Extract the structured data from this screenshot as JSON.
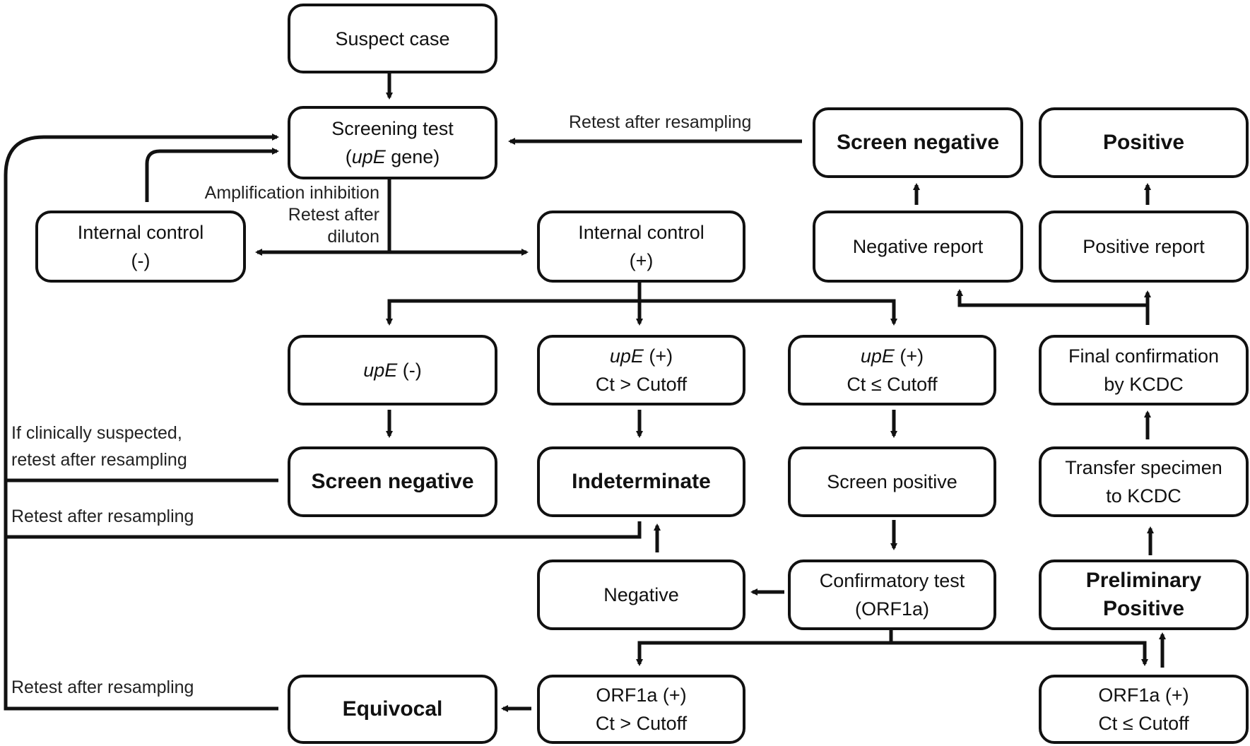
{
  "nodes": {
    "suspect_case": "Suspect case",
    "screening_test": {
      "line1": "Screening test",
      "gene_italic": "upE",
      "gene_rest": " gene)",
      "open": "("
    },
    "internal_control_neg": {
      "line1": "Internal control",
      "line2": "(-)"
    },
    "internal_control_pos": {
      "line1": "Internal control",
      "line2": "(+)"
    },
    "screen_negative_top": "Screen negative",
    "positive_top": "Positive",
    "negative_report": "Negative report",
    "positive_report": "Positive report",
    "upe_neg": {
      "italic": "upE",
      "rest": " (-)"
    },
    "upe_pos_gt": {
      "italic": "upE",
      "rest": " (+)",
      "line2": "Ct > Cutoff"
    },
    "upe_pos_le": {
      "italic": "upE",
      "rest": " (+)",
      "line2": "Ct ≤ Cutoff"
    },
    "final_confirmation": {
      "line1": "Final confirmation",
      "line2": "by KCDC"
    },
    "screen_negative_mid": "Screen negative",
    "indeterminate": "Indeterminate",
    "screen_positive": "Screen positive",
    "transfer_specimen": {
      "line1": "Transfer specimen",
      "line2": "to KCDC"
    },
    "negative": "Negative",
    "confirmatory_test": {
      "line1": "Confirmatory test",
      "line2": "(ORF1a)"
    },
    "preliminary_positive": {
      "line1": "Preliminary",
      "line2": "Positive"
    },
    "equivocal": "Equivocal",
    "orf1a_pos_gt": {
      "line1": "ORF1a (+)",
      "line2": "Ct > Cutoff"
    },
    "orf1a_pos_le": {
      "line1": "ORF1a (+)",
      "line2": "Ct ≤ Cutoff"
    }
  },
  "labels": {
    "retest_top": "Retest after resampling",
    "amp_inhibition": "Amplification inhibition",
    "retest_after": "Retest after",
    "dilution": "diluton",
    "clinically_1": "If clinically suspected,",
    "clinically_2": "retest after resampling",
    "retest_mid": "Retest after resampling",
    "retest_bottom": "Retest after resampling"
  }
}
